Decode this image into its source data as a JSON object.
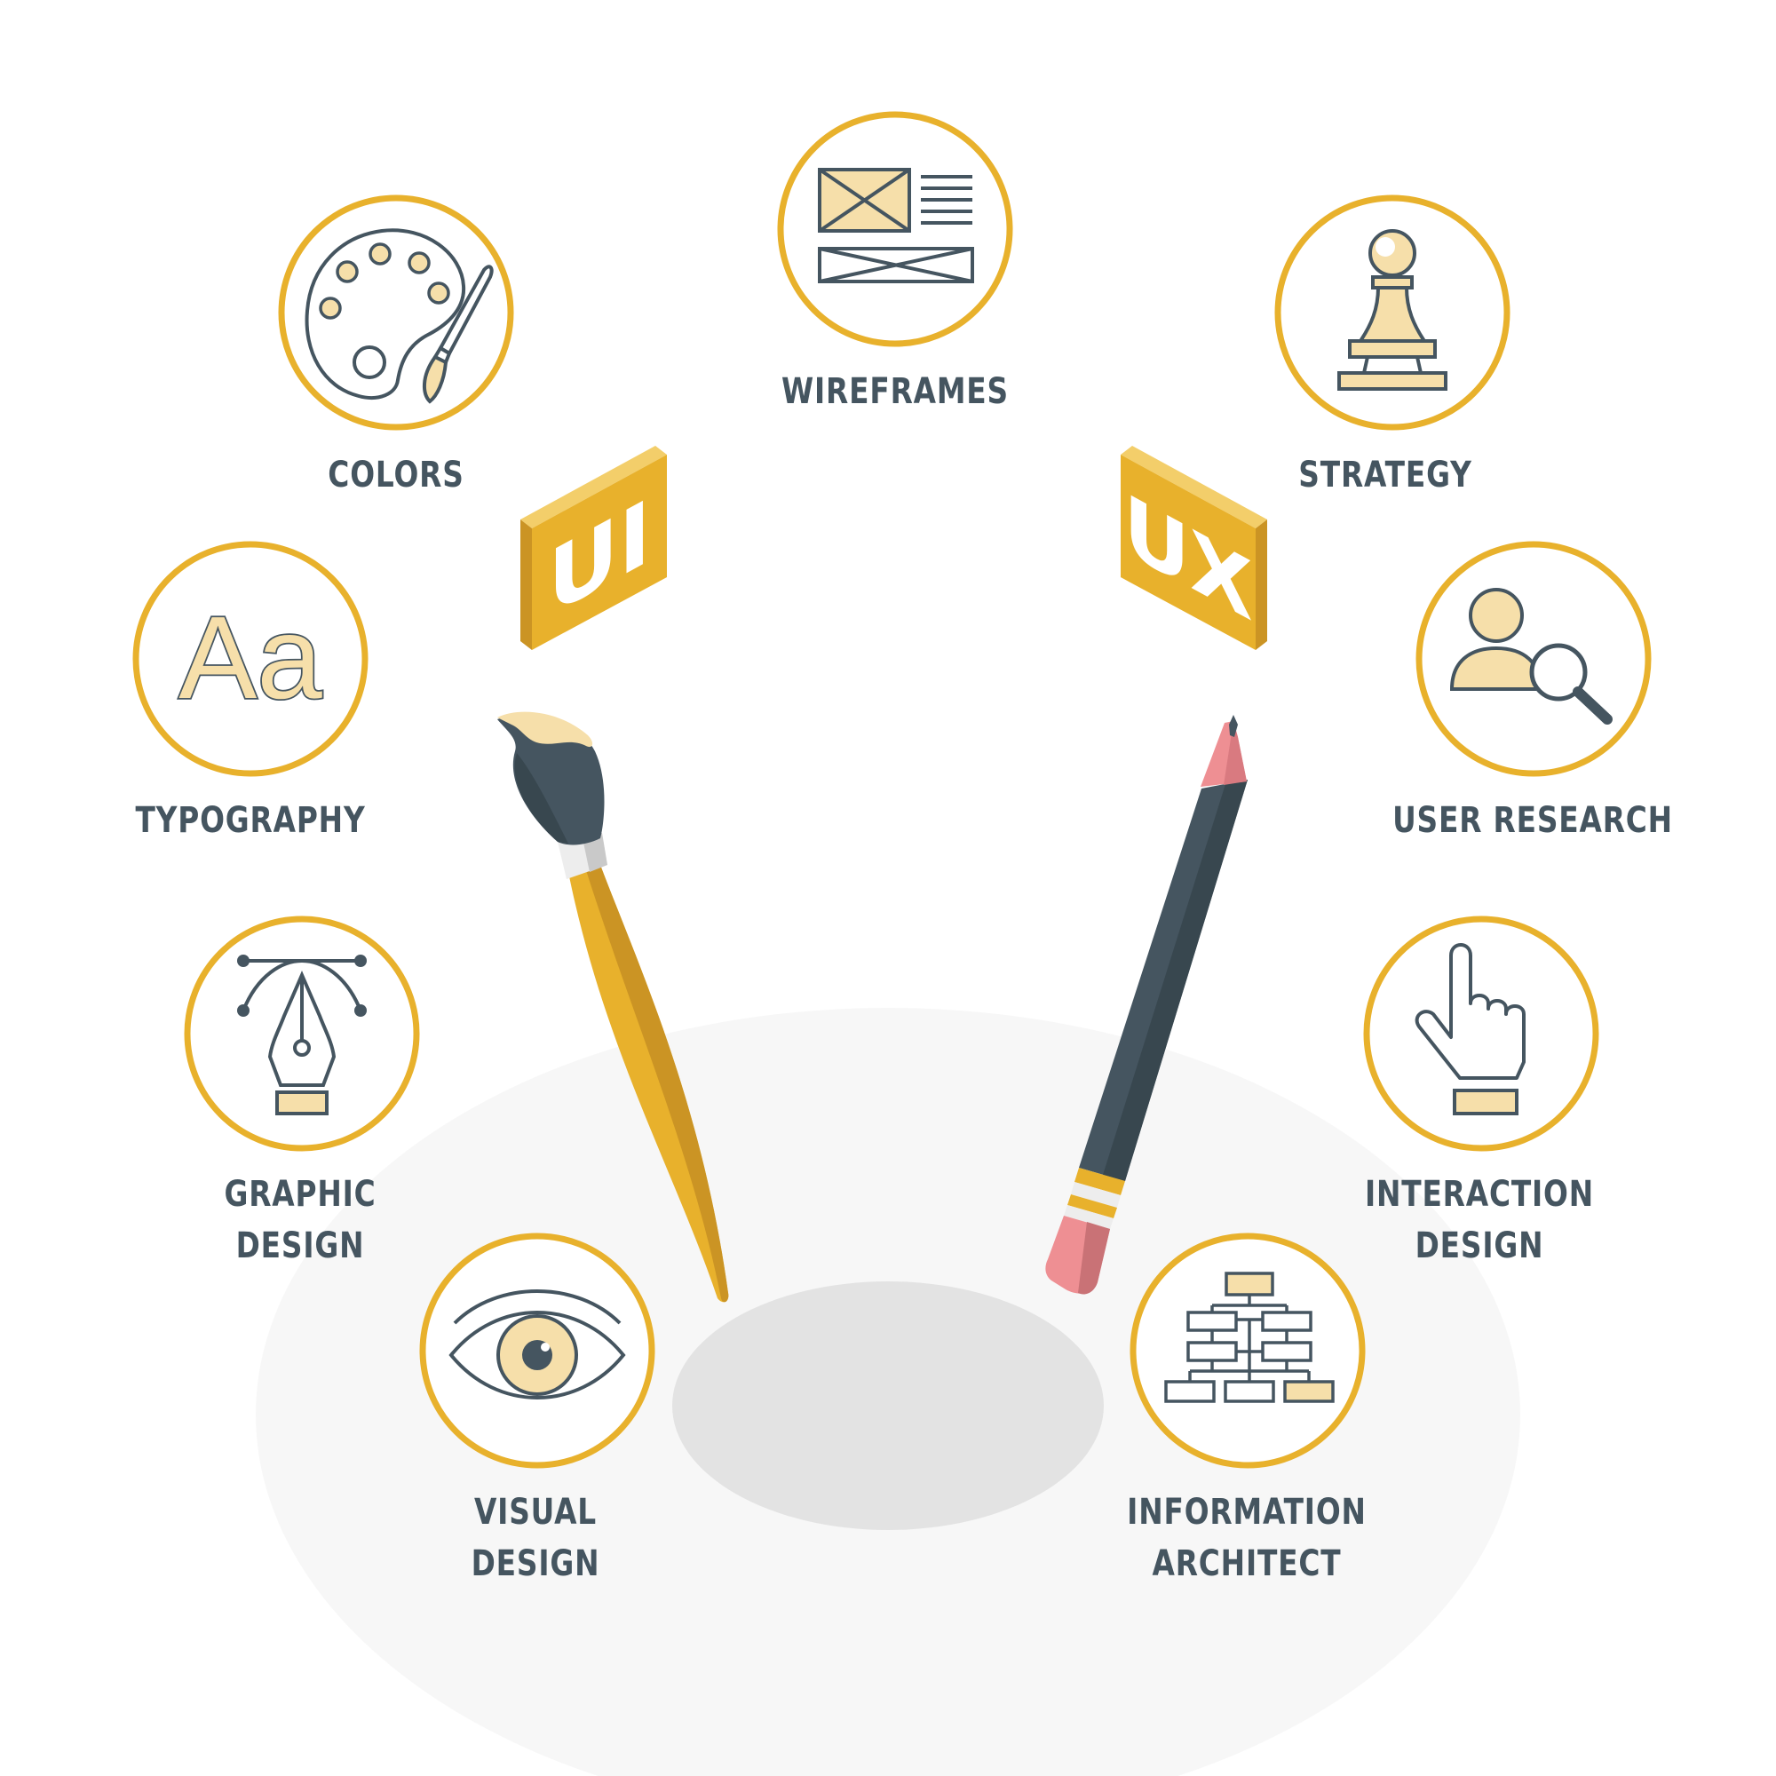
{
  "colors": {
    "accent": "#E8B12C",
    "accent_dark": "#CB9424",
    "icon_fill": "#F6DFAA",
    "ink": "#455560",
    "pencil_tip": "#EE8F93",
    "shadow": "#F7F7F7",
    "shadow_dark": "#E3E3E3"
  },
  "blocks": {
    "ui": "UI",
    "ux": "UX"
  },
  "topics": {
    "wireframes": {
      "lines": [
        "WIREFRAMES"
      ],
      "icon": "wireframe-icon"
    },
    "colors": {
      "lines": [
        "COLORS"
      ],
      "icon": "palette-icon"
    },
    "strategy": {
      "lines": [
        "STRATEGY"
      ],
      "icon": "chess-pawn-icon"
    },
    "typography": {
      "lines": [
        "TYPOGRAPHY"
      ],
      "icon": "typography-icon",
      "glyph": "Aa"
    },
    "user_research": {
      "lines": [
        "USER RESEARCH"
      ],
      "icon": "user-search-icon"
    },
    "graphic_design": {
      "lines": [
        "GRAPHIC",
        "DESIGN"
      ],
      "icon": "pen-tool-icon"
    },
    "interaction_design": {
      "lines": [
        "INTERACTION",
        "DESIGN"
      ],
      "icon": "pointer-hand-icon"
    },
    "visual_design": {
      "lines": [
        "VISUAL",
        "DESIGN"
      ],
      "icon": "eye-icon"
    },
    "information_architect": {
      "lines": [
        "INFORMATION",
        "ARCHITECT"
      ],
      "icon": "sitemap-icon"
    }
  }
}
